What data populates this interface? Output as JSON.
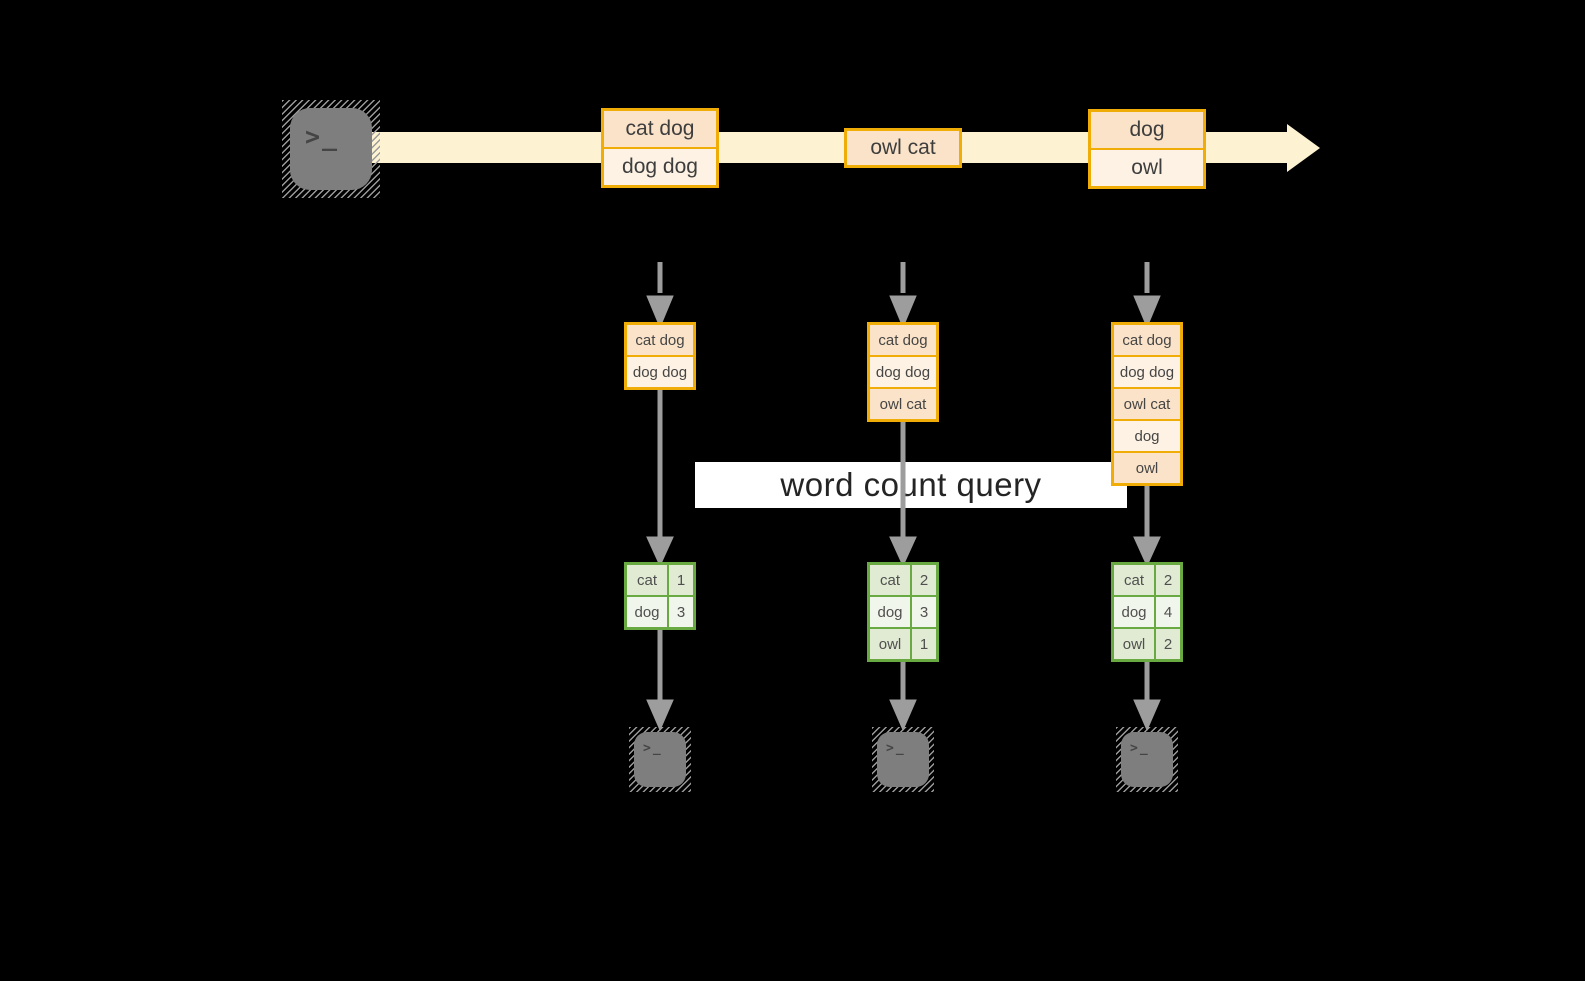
{
  "banner": {
    "label": "word count query"
  },
  "terminal_glyph": ">_",
  "stream": {
    "messages": [
      [
        "cat dog",
        "dog dog"
      ],
      [
        "owl cat"
      ],
      [
        "dog",
        "owl"
      ]
    ]
  },
  "columns": [
    {
      "buffer": [
        "cat dog",
        "dog dog"
      ],
      "counts": [
        {
          "word": "cat",
          "count": "1"
        },
        {
          "word": "dog",
          "count": "3"
        }
      ]
    },
    {
      "buffer": [
        "cat dog",
        "dog dog",
        "owl cat"
      ],
      "counts": [
        {
          "word": "cat",
          "count": "2"
        },
        {
          "word": "dog",
          "count": "3"
        },
        {
          "word": "owl",
          "count": "1"
        }
      ]
    },
    {
      "buffer": [
        "cat dog",
        "dog dog",
        "owl cat",
        "dog",
        "owl"
      ],
      "counts": [
        {
          "word": "cat",
          "count": "2"
        },
        {
          "word": "dog",
          "count": "4"
        },
        {
          "word": "owl",
          "count": "2"
        }
      ]
    }
  ],
  "colors": {
    "background": "#000000",
    "stream_arrow": "#fdf2d1",
    "message_border": "#f0ad08",
    "message_fill_dark": "#fae3c8",
    "message_fill_light": "#fdf2e3",
    "table_border": "#69a942",
    "table_fill_dark": "#e1ebd3",
    "table_fill_light": "#f1f6ec",
    "connector_gray": "#9d9d9d",
    "terminal_gray": "#7e7e7e",
    "banner_background": "#ffffff"
  },
  "icons": {
    "source": "terminal-icon",
    "workers": "terminal-icon"
  }
}
